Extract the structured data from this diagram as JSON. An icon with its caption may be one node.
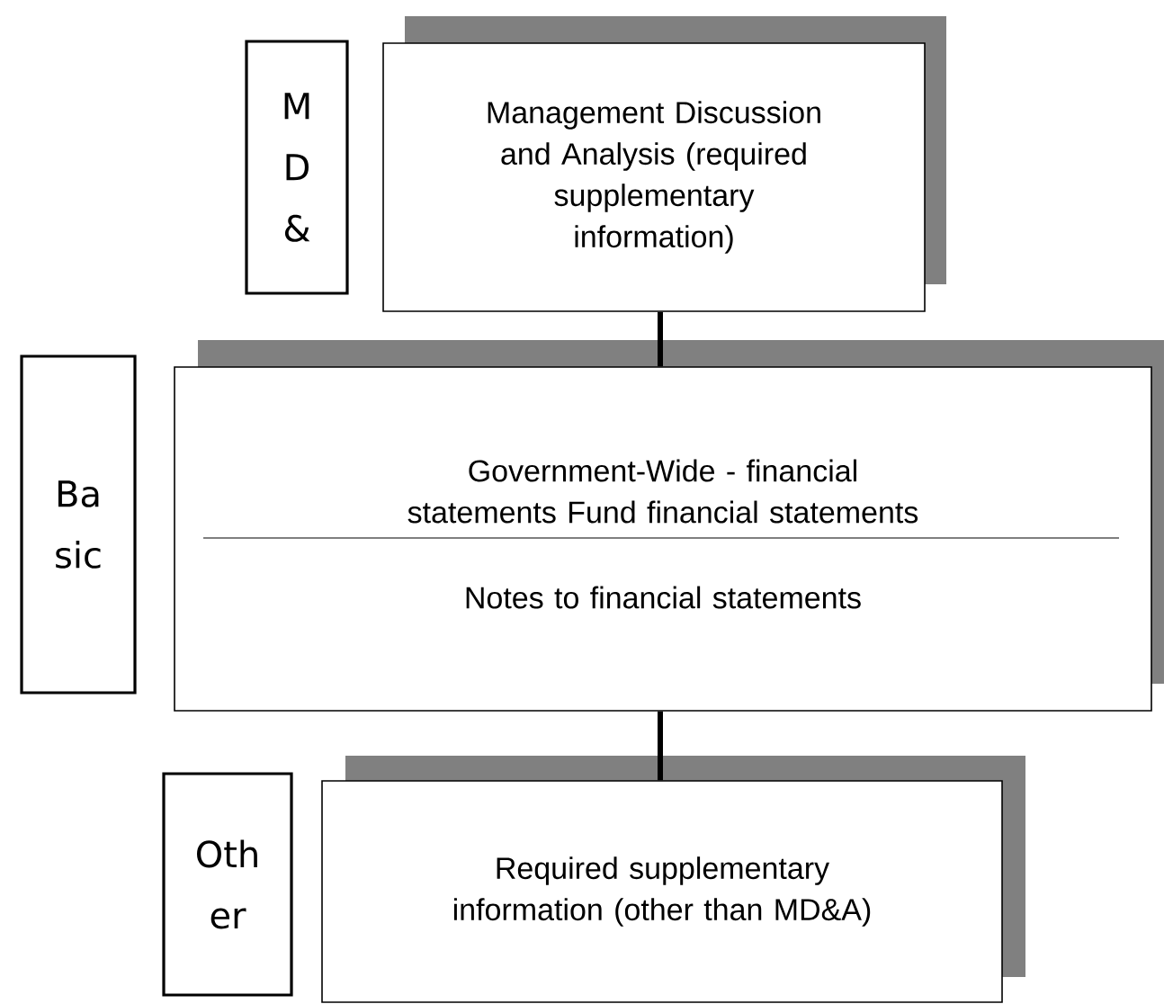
{
  "diagram": {
    "nodes": [
      {
        "text": [
          "M D &"
        ]
      },
      {
        "text": [
          "Management Discussion and Analysis (required supplementary information)"
        ]
      },
      {
        "text": [
          "Ba sic"
        ]
      },
      {
        "text": [
          "Government-Wide - financial statements Fund financial statements",
          "Notes to financial statements"
        ]
      },
      {
        "text": [
          "Oth er"
        ]
      },
      {
        "text": [
          "Required supplementary information (other than MD&A)"
        ]
      }
    ],
    "edges": [
      {
        "from": 1,
        "to": 3,
        "arrow": "none"
      },
      {
        "from": 3,
        "to": 5,
        "arrow": "none"
      }
    ]
  }
}
